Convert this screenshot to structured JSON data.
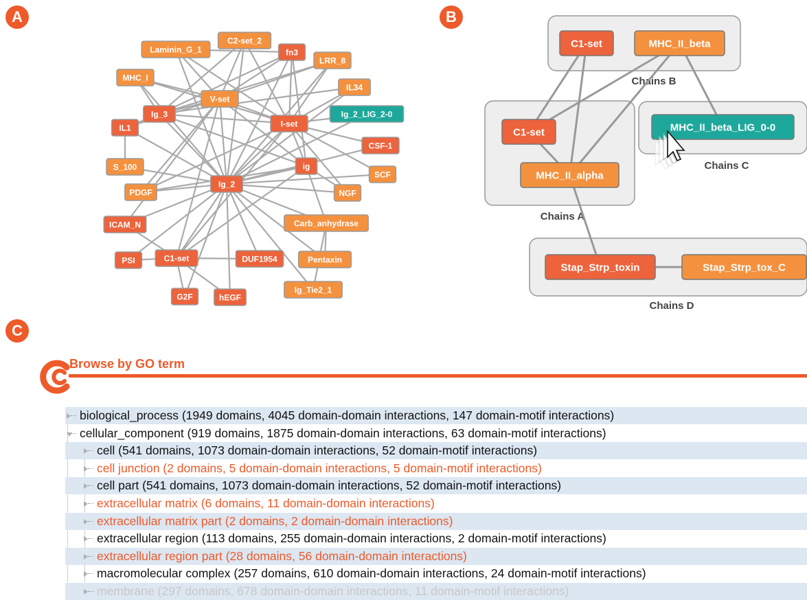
{
  "labels": {
    "a": "A",
    "b": "B",
    "c": "C"
  },
  "colors": {
    "orange": "#f4913f",
    "red": "#ec633c",
    "teal": "#1ea89b",
    "edge": "#aaaaaa",
    "accent": "#ee5a2a"
  },
  "network_a": {
    "nodes": [
      {
        "id": "Laminin_G_1",
        "label": "Laminin_G_1",
        "color": "orange"
      },
      {
        "id": "C2-set_2",
        "label": "C2-set_2",
        "color": "orange"
      },
      {
        "id": "fn3",
        "label": "fn3",
        "color": "red"
      },
      {
        "id": "LRR_8",
        "label": "LRR_8",
        "color": "orange"
      },
      {
        "id": "MHC_I",
        "label": "MHC_I",
        "color": "orange"
      },
      {
        "id": "IL34",
        "label": "IL34",
        "color": "orange"
      },
      {
        "id": "V-set",
        "label": "V-set",
        "color": "orange"
      },
      {
        "id": "Ig_3",
        "label": "Ig_3",
        "color": "red"
      },
      {
        "id": "I-set",
        "label": "I-set",
        "color": "red"
      },
      {
        "id": "Ig_2_LIG_2-0",
        "label": "Ig_2_LIG_2-0",
        "color": "teal"
      },
      {
        "id": "IL1",
        "label": "IL1",
        "color": "red"
      },
      {
        "id": "CSF-1",
        "label": "CSF-1",
        "color": "red"
      },
      {
        "id": "S_100",
        "label": "S_100",
        "color": "orange"
      },
      {
        "id": "ig",
        "label": "ig",
        "color": "red"
      },
      {
        "id": "SCF",
        "label": "SCF",
        "color": "orange"
      },
      {
        "id": "Ig_2",
        "label": "Ig_2",
        "color": "red"
      },
      {
        "id": "PDGF",
        "label": "PDGF",
        "color": "orange"
      },
      {
        "id": "NGF",
        "label": "NGF",
        "color": "orange"
      },
      {
        "id": "Carb_anhydrase",
        "label": "Carb_anhydrase",
        "color": "orange"
      },
      {
        "id": "ICAM_N",
        "label": "ICAM_N",
        "color": "red"
      },
      {
        "id": "PSI",
        "label": "PSI",
        "color": "red"
      },
      {
        "id": "C1-set",
        "label": "C1-set",
        "color": "red"
      },
      {
        "id": "DUF1954",
        "label": "DUF1954",
        "color": "red"
      },
      {
        "id": "Pentaxin",
        "label": "Pentaxin",
        "color": "orange"
      },
      {
        "id": "G2F",
        "label": "G2F",
        "color": "red"
      },
      {
        "id": "hEGF",
        "label": "hEGF",
        "color": "red"
      },
      {
        "id": "Ig_Tie2_1",
        "label": "Ig_Tie2_1",
        "color": "orange"
      }
    ],
    "edges": [
      [
        "Ig_2",
        "Laminin_G_1"
      ],
      [
        "Ig_2",
        "C2-set_2"
      ],
      [
        "Ig_2",
        "fn3"
      ],
      [
        "Ig_2",
        "LRR_8"
      ],
      [
        "Ig_2",
        "MHC_I"
      ],
      [
        "Ig_2",
        "IL34"
      ],
      [
        "Ig_2",
        "V-set"
      ],
      [
        "Ig_2",
        "Ig_3"
      ],
      [
        "Ig_2",
        "I-set"
      ],
      [
        "Ig_2",
        "Ig_2_LIG_2-0"
      ],
      [
        "Ig_2",
        "IL1"
      ],
      [
        "Ig_2",
        "CSF-1"
      ],
      [
        "Ig_2",
        "S_100"
      ],
      [
        "Ig_2",
        "ig"
      ],
      [
        "Ig_2",
        "SCF"
      ],
      [
        "Ig_2",
        "PDGF"
      ],
      [
        "Ig_2",
        "NGF"
      ],
      [
        "Ig_2",
        "Carb_anhydrase"
      ],
      [
        "Ig_2",
        "ICAM_N"
      ],
      [
        "Ig_2",
        "PSI"
      ],
      [
        "Ig_2",
        "C1-set"
      ],
      [
        "Ig_2",
        "DUF1954"
      ],
      [
        "Ig_2",
        "Pentaxin"
      ],
      [
        "Ig_2",
        "G2F"
      ],
      [
        "Ig_2",
        "hEGF"
      ],
      [
        "Ig_2",
        "Ig_Tie2_1"
      ],
      [
        "V-set",
        "Laminin_G_1"
      ],
      [
        "V-set",
        "C2-set_2"
      ],
      [
        "V-set",
        "fn3"
      ],
      [
        "V-set",
        "MHC_I"
      ],
      [
        "V-set",
        "Ig_3"
      ],
      [
        "V-set",
        "I-set"
      ],
      [
        "V-set",
        "IL1"
      ],
      [
        "V-set",
        "PDGF"
      ],
      [
        "V-set",
        "C1-set"
      ],
      [
        "V-set",
        "ig"
      ],
      [
        "V-set",
        "LRR_8"
      ],
      [
        "V-set",
        "ICAM_N"
      ],
      [
        "I-set",
        "fn3"
      ],
      [
        "I-set",
        "LRR_8"
      ],
      [
        "I-set",
        "IL34"
      ],
      [
        "I-set",
        "Ig_2_LIG_2-0"
      ],
      [
        "I-set",
        "CSF-1"
      ],
      [
        "I-set",
        "ig"
      ],
      [
        "I-set",
        "MHC_I"
      ],
      [
        "I-set",
        "Ig_3"
      ],
      [
        "I-set",
        "C1-set"
      ],
      [
        "I-set",
        "Laminin_G_1"
      ],
      [
        "I-set",
        "PDGF"
      ],
      [
        "I-set",
        "SCF"
      ],
      [
        "I-set",
        "NGF"
      ],
      [
        "I-set",
        "C2-set_2"
      ],
      [
        "Ig_3",
        "MHC_I"
      ],
      [
        "Ig_3",
        "fn3"
      ],
      [
        "Ig_3",
        "LRR_8"
      ],
      [
        "Ig_3",
        "ig"
      ],
      [
        "Ig_3",
        "IL34"
      ],
      [
        "ig",
        "Carb_anhydrase"
      ],
      [
        "ig",
        "NGF"
      ],
      [
        "ig",
        "fn3"
      ],
      [
        "ig",
        "C1-set"
      ],
      [
        "ig",
        "PDGF"
      ],
      [
        "C1-set",
        "PSI"
      ],
      [
        "C1-set",
        "G2F"
      ],
      [
        "C1-set",
        "DUF1954"
      ],
      [
        "C1-set",
        "ICAM_N"
      ],
      [
        "C1-set",
        "hEGF"
      ],
      [
        "IL1",
        "S_100"
      ],
      [
        "IL1",
        "Ig_3"
      ],
      [
        "Carb_anhydrase",
        "Ig_Tie2_1"
      ],
      [
        "Carb_anhydrase",
        "Pentaxin"
      ],
      [
        "Laminin_G_1",
        "fn3"
      ],
      [
        "C2-set_2",
        "Ig_3"
      ]
    ]
  },
  "network_b": {
    "groups": [
      {
        "id": "chains-b",
        "label": "Chains B"
      },
      {
        "id": "chains-a",
        "label": "Chains A"
      },
      {
        "id": "chains-c",
        "label": "Chains C"
      },
      {
        "id": "chains-d",
        "label": "Chains D"
      }
    ],
    "nodes": [
      {
        "id": "b_c1set",
        "label": "C1-set",
        "color": "red"
      },
      {
        "id": "b_mhcbeta",
        "label": "MHC_II_beta",
        "color": "orange"
      },
      {
        "id": "a_c1set",
        "label": "C1-set",
        "color": "red"
      },
      {
        "id": "a_mhcalpha",
        "label": "MHC_II_alpha",
        "color": "orange"
      },
      {
        "id": "c_lig",
        "label": "MHC_II_beta_LIG_0-0",
        "color": "teal"
      },
      {
        "id": "d_toxin",
        "label": "Stap_Strp_toxin",
        "color": "red"
      },
      {
        "id": "d_toxc",
        "label": "Stap_Strp_tox_C",
        "color": "orange"
      }
    ],
    "edges": [
      [
        "b_c1set",
        "a_c1set"
      ],
      [
        "b_c1set",
        "a_mhcalpha"
      ],
      [
        "b_mhcbeta",
        "a_c1set"
      ],
      [
        "b_mhcbeta",
        "a_mhcalpha"
      ],
      [
        "b_mhcbeta",
        "c_lig"
      ],
      [
        "a_c1set",
        "a_mhcalpha"
      ],
      [
        "a_mhcalpha",
        "d_toxin"
      ],
      [
        "d_toxin",
        "d_toxc"
      ]
    ]
  },
  "browse": {
    "title": "Browse by GO term",
    "rows": [
      {
        "level": 0,
        "text": "biological_process (1949 domains, 4045 domain-domain interactions, 147 domain-motif interactions)",
        "color": "black",
        "expanded": false,
        "shaded": true
      },
      {
        "level": 0,
        "text": "cellular_component (919 domains, 1875 domain-domain interactions, 63 domain-motif interactions)",
        "color": "black",
        "expanded": true,
        "shaded": false
      },
      {
        "level": 1,
        "text": "cell (541 domains, 1073 domain-domain interactions, 52 domain-motif interactions)",
        "color": "black",
        "expanded": false,
        "shaded": true
      },
      {
        "level": 1,
        "text": "cell junction (2 domains, 5 domain-domain interactions, 5 domain-motif interactions)",
        "color": "red",
        "expanded": false,
        "shaded": false
      },
      {
        "level": 1,
        "text": "cell part (541 domains, 1073 domain-domain interactions, 52 domain-motif interactions)",
        "color": "black",
        "expanded": false,
        "shaded": true
      },
      {
        "level": 1,
        "text": "extracellular matrix (6 domains, 11 domain-domain interactions)",
        "color": "red",
        "expanded": false,
        "shaded": false
      },
      {
        "level": 1,
        "text": "extracellular matrix part (2 domains, 2 domain-domain interactions)",
        "color": "red",
        "expanded": false,
        "shaded": true
      },
      {
        "level": 1,
        "text": "extracellular region (113 domains, 255 domain-domain interactions, 2 domain-motif interactions)",
        "color": "black",
        "expanded": false,
        "shaded": false
      },
      {
        "level": 1,
        "text": "extracellular region part (28 domains, 56 domain-domain interactions)",
        "color": "red",
        "expanded": false,
        "shaded": true
      },
      {
        "level": 1,
        "text": "macromolecular complex (257 domains, 610 domain-domain interactions, 24 domain-motif interactions)",
        "color": "black",
        "expanded": false,
        "shaded": false
      },
      {
        "level": 1,
        "text": "membrane (297 domains, 678 domain-domain interactions, 11 domain-motif interactions)",
        "color": "faded",
        "expanded": false,
        "shaded": true
      }
    ]
  }
}
